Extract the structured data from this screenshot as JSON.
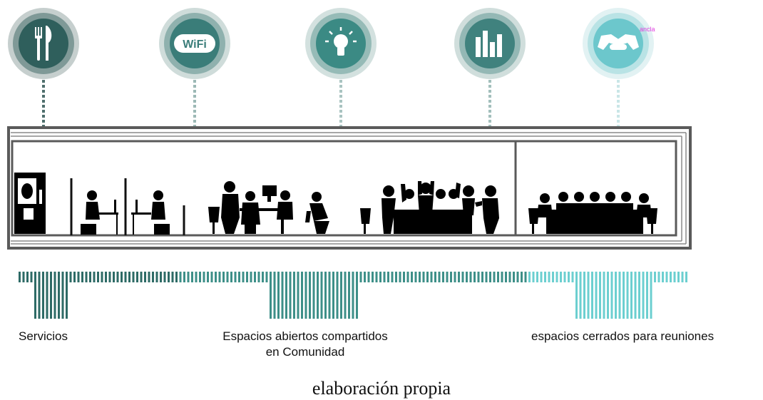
{
  "icons": [
    {
      "name": "cutlery-icon",
      "color": "#2f5f5c"
    },
    {
      "name": "wifi-icon",
      "color": "#3a7d79",
      "text": "WiFi"
    },
    {
      "name": "lightbulb-icon",
      "color": "#3b8a84"
    },
    {
      "name": "bar-chart-icon",
      "color": "#40827e"
    },
    {
      "name": "handshake-icon",
      "color": "#6cc7cc",
      "annotation": "ancla"
    }
  ],
  "zones": {
    "servicios": "Servicios",
    "abiertos_line1": "Espacios abiertos compartidos",
    "abiertos_line2": "en Comunidad",
    "cerrados": "espacios cerrados para reuniones"
  },
  "caption": "elaboración propia",
  "colors": {
    "building_frame": "#5a5a5a",
    "barcode_dark": "#2e6b66",
    "barcode_mid": "#3d8f88",
    "barcode_light": "#6ccfd0",
    "silhouette": "#000000"
  }
}
